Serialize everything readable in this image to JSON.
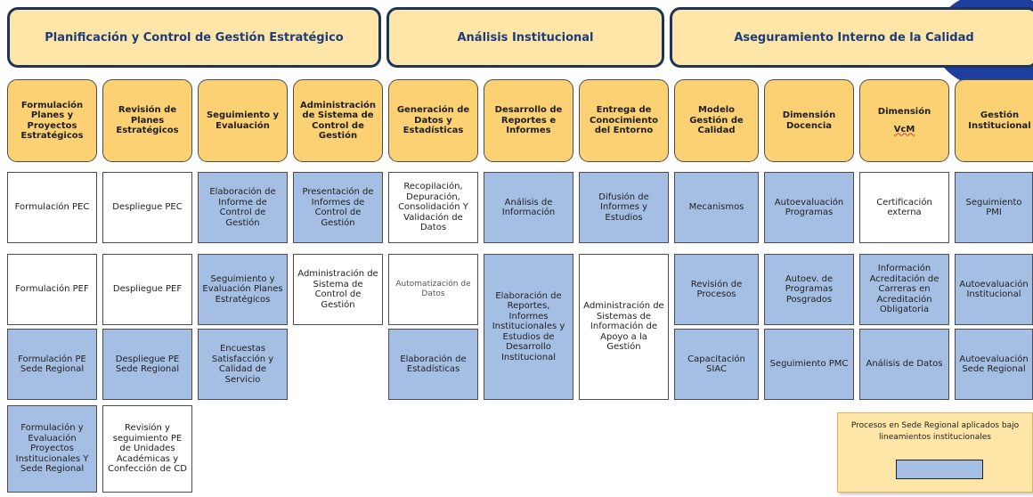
{
  "headers": [
    "Planificación y Control de Gestión Estratégico",
    "Análisis Institucional",
    "Aseguramiento Interno de la Calidad"
  ],
  "categories": [
    "Formulación Planes y Proyectos Estratégicos",
    "Revisión de Planes Estratégicos",
    "Seguimiento y Evaluación",
    "Administración de Sistema de Control de Gestión",
    "Generación de Datos y Estadísticas",
    "Desarrollo de Reportes e Informes",
    "Entrega de Conocimiento del Entorno",
    "Modelo Gestión de Calidad",
    "Dimensión Docencia",
    "Dimensión",
    "VcM",
    "Gestión Institucional"
  ],
  "processes": {
    "c1": [
      "Formulación PEC",
      "Formulación PEF",
      "Formulación PE Sede Regional",
      "Formulación y Evaluación Proyectos Institucionales Y Sede Regional"
    ],
    "c2": [
      "Despliegue PEC",
      "Despliegue PEF",
      "Despliegue PE Sede Regional",
      "Revisión y seguimiento PE de Unidades Académicas y Confección de CD"
    ],
    "c3": [
      "Elaboración de Informe de Control de Gestión",
      "Seguimiento y Evaluación Planes Estratégicos",
      "Encuestas Satisfacción y Calidad de Servicio"
    ],
    "c4": [
      "Presentación de Informes de Control de Gestión",
      "Administración de Sistema de Control de Gestión"
    ],
    "c5": [
      "Recopilación, Depuración, Consolidación Y Validación de Datos",
      "Automatización de Datos",
      "Elaboración de Estadísticas"
    ],
    "c6": [
      "Análisis de Información",
      "Elaboración de Reportes, Informes Institucionales y Estudios de Desarrollo Institucional"
    ],
    "c7": [
      "Difusión de Informes y Estudios",
      "Administración de Sistemas de Información de Apoyo a la Gestión"
    ],
    "c8": [
      "Mecanismos",
      "Revisión de Procesos",
      "Capacitación SIAC"
    ],
    "c9": [
      "Autoevaluación Programas",
      "Autoev. de Programas Posgrados",
      "Seguimiento PMC"
    ],
    "c10": [
      "Certificación externa",
      "Información Acreditación de Carreras en Acreditación Obligatoria",
      "Análisis de Datos"
    ],
    "c11": [
      "Seguimiento PMI",
      "Autoevaluación Institucional",
      "Autoevaluación Sede Regional"
    ]
  },
  "legend": {
    "text": "Procesos en Sede Regional aplicados bajo lineamientos institucionales"
  },
  "colors": {
    "header_fill": "#fde6a7",
    "header_border": "#1e3359",
    "category_fill": "#fcd174",
    "regional_fill": "#a4bfe3",
    "institutional_fill": "#ffffff",
    "logo": "#1f3f9e"
  }
}
